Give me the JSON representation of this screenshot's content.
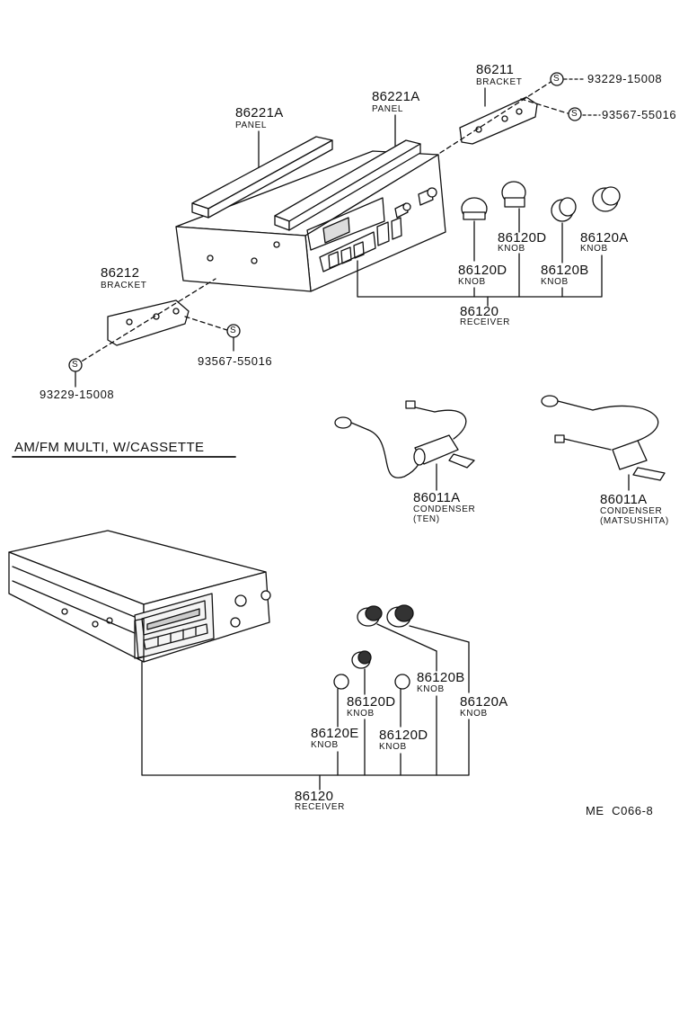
{
  "section_title": "AM/FM MULTI, W/CASSETTE",
  "diagram_code": "ME  C066-8",
  "symbol_s": "S",
  "top_group": {
    "panel_left": {
      "part_no": "86221A",
      "name": "PANEL"
    },
    "panel_right": {
      "part_no": "86221A",
      "name": "PANEL"
    },
    "bracket_right": {
      "part_no": "86211",
      "name": "BRACKET"
    },
    "screw_upper": "93229-15008",
    "screw_lower": "93567-55016",
    "bracket_left": {
      "part_no": "86212",
      "name": "BRACKET"
    },
    "left_screw_a": "93567-55016",
    "left_screw_b": "93229-15008",
    "knob_d_upper": {
      "part_no": "86120D",
      "name": "KNOB"
    },
    "knob_a": {
      "part_no": "86120A",
      "name": "KNOB"
    },
    "knob_d_lower": {
      "part_no": "86120D",
      "name": "KNOB"
    },
    "knob_b": {
      "part_no": "86120B",
      "name": "KNOB"
    },
    "receiver": {
      "part_no": "86120",
      "name": "RECEIVER"
    }
  },
  "condensers": {
    "ten": {
      "part_no": "86011A",
      "name": "CONDENSER",
      "maker": "(TEN)"
    },
    "matsushita": {
      "part_no": "86011A",
      "name": "CONDENSER",
      "maker": "(MATSUSHITA)"
    }
  },
  "bottom_group": {
    "knob_b": {
      "part_no": "86120B",
      "name": "KNOB"
    },
    "knob_d": {
      "part_no": "86120D",
      "name": "KNOB"
    },
    "knob_a": {
      "part_no": "86120A",
      "name": "KNOB"
    },
    "knob_e": {
      "part_no": "86120E",
      "name": "KNOB"
    },
    "knob_d2": {
      "part_no": "86120D",
      "name": "KNOB"
    },
    "receiver": {
      "part_no": "86120",
      "name": "RECEIVER"
    }
  }
}
